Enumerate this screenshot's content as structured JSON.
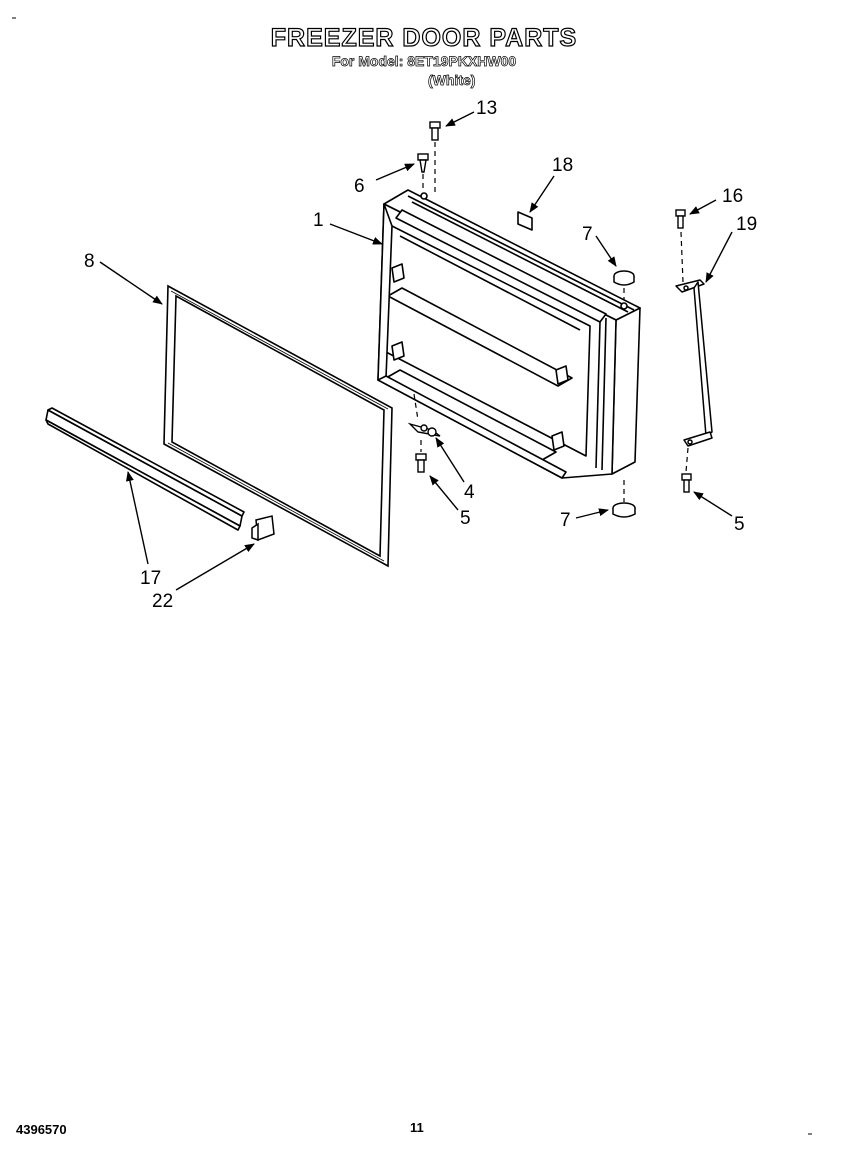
{
  "header": {
    "title": "FREEZER DOOR PARTS",
    "model_line": "For Model: 8ET19PKXHW00",
    "color": "(White)"
  },
  "callouts": {
    "c1": "1",
    "c4": "4",
    "c5a": "5",
    "c5b": "5",
    "c6": "6",
    "c7a": "7",
    "c7b": "7",
    "c8": "8",
    "c13": "13",
    "c16": "16",
    "c17": "17",
    "c18": "18",
    "c19": "19",
    "c22": "22"
  },
  "footer": {
    "doc_number": "4396570",
    "page_number": "11"
  }
}
